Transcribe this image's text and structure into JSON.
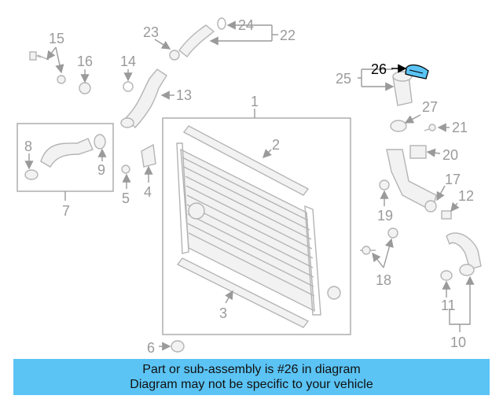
{
  "diagram": {
    "callouts": [
      "1",
      "2",
      "3",
      "4",
      "5",
      "6",
      "7",
      "8",
      "9",
      "10",
      "11",
      "12",
      "13",
      "14",
      "15",
      "16",
      "17",
      "18",
      "19",
      "20",
      "21",
      "22",
      "23",
      "24",
      "25",
      "26",
      "27"
    ],
    "highlight_part": "26",
    "highlight_color": "#5bc4f5"
  },
  "banner": {
    "line1": "Part or sub-assembly is #26 in diagram",
    "line2": "Diagram may not be specific to your vehicle",
    "background": "#5bc4f5"
  }
}
